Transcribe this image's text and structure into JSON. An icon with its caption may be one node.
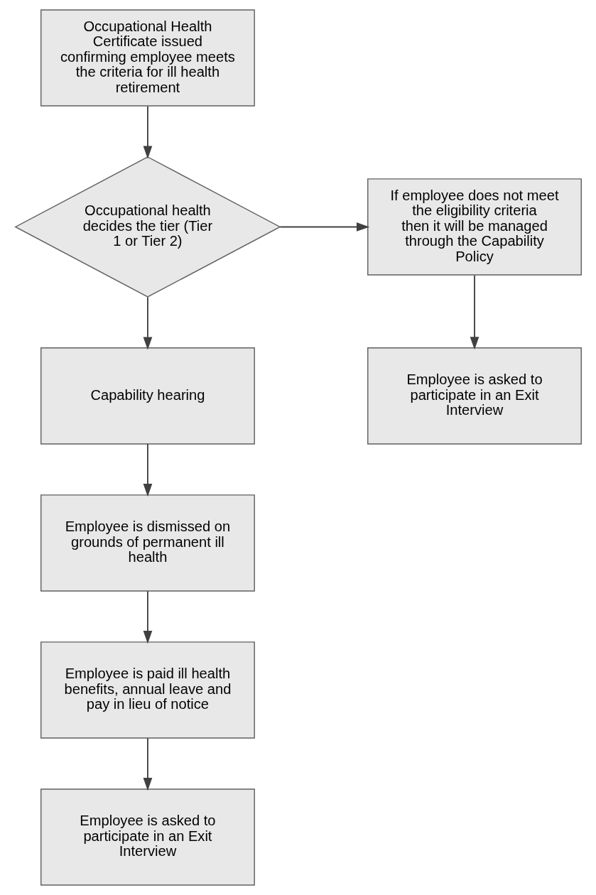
{
  "diagram": {
    "nodes": [
      {
        "text": [
          "Occupational Health Certificate issued confirming employee meets the criteria for ill health retirement"
        ]
      },
      {
        "text": [
          "Occupational health decides the tier (Tier 1 or Tier 2)"
        ]
      },
      {
        "text": [
          "If employee does not meet the eligibility criteria then it will be managed through the Capability Policy"
        ]
      },
      {
        "text": [
          "Employee is asked to participate in an Exit Interview"
        ]
      },
      {
        "text": [
          "Capability hearing"
        ]
      },
      {
        "text": [
          "Employee is dismissed on grounds of permanent ill health"
        ]
      },
      {
        "text": [
          "Employee is paid ill health benefits, annual leave and pay in lieu of notice"
        ]
      },
      {
        "text": [
          "Employee is asked to participate in an Exit Interview"
        ]
      }
    ],
    "edges": [
      {
        "from": 0,
        "to": 1,
        "arrow": "to"
      },
      {
        "from": 1,
        "to": 2,
        "arrow": "to"
      },
      {
        "from": 2,
        "to": 3,
        "arrow": "to"
      },
      {
        "from": 1,
        "to": 4,
        "arrow": "to"
      },
      {
        "from": 4,
        "to": 5,
        "arrow": "to"
      },
      {
        "from": 5,
        "to": 6,
        "arrow": "to"
      },
      {
        "from": 6,
        "to": 7,
        "arrow": "to"
      }
    ]
  }
}
